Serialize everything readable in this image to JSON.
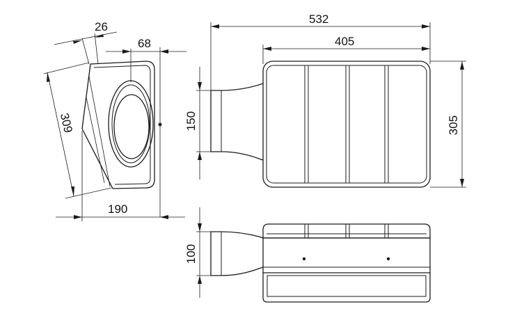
{
  "dimensions": {
    "side_thickness": "26",
    "side_outlet_depth": "68",
    "side_height": "309",
    "side_depth": "190",
    "overall_length": "532",
    "body_length": "405",
    "inlet_height": "150",
    "body_height": "305",
    "bottom_inlet_height": "100"
  },
  "colors": {
    "line": "#1a1a1a",
    "background": "#ffffff"
  }
}
